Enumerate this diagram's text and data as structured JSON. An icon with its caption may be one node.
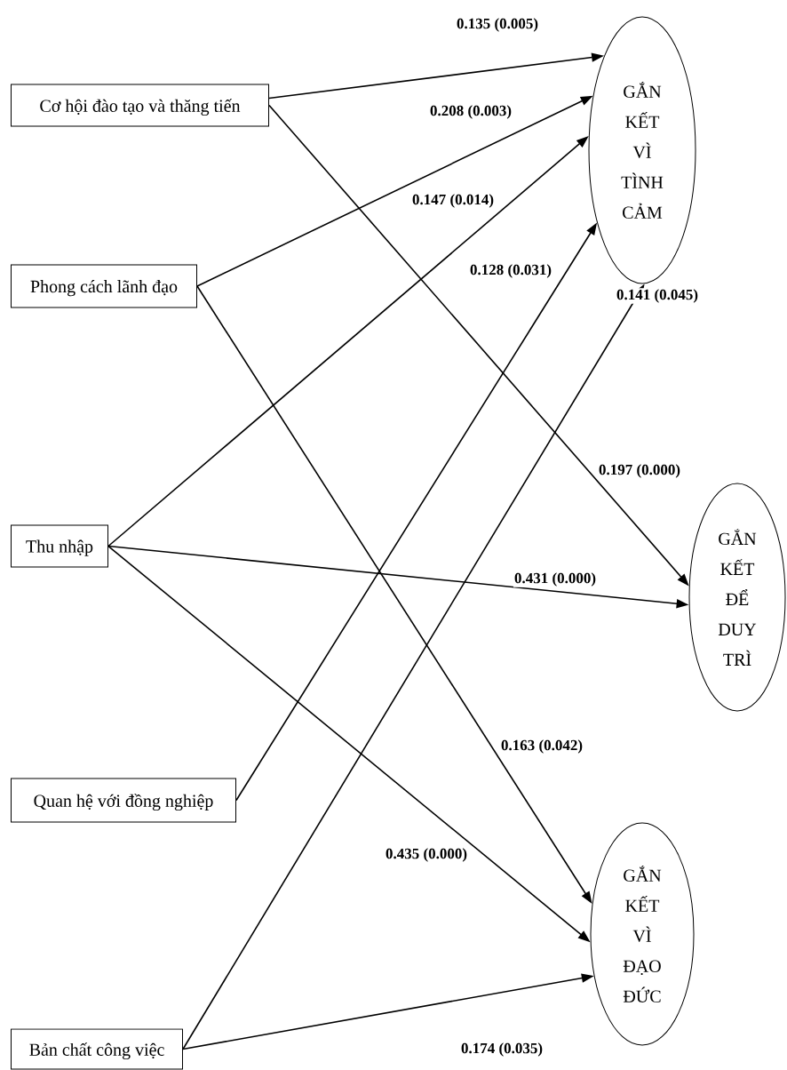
{
  "diagram": {
    "nodes": [
      {
        "text": [
          "Cơ hội đào tạo và thăng tiến"
        ]
      },
      {
        "text": [
          "Phong cách lãnh đạo"
        ]
      },
      {
        "text": [
          "Thu nhập"
        ]
      },
      {
        "text": [
          "Quan hệ với đồng nghiệp"
        ]
      },
      {
        "text": [
          "Bản chất công việc"
        ]
      },
      {
        "text": [
          "GẮN KẾT VÌ TÌNH CẢM"
        ]
      },
      {
        "text": [
          "GẮN KẾT ĐỂ DUY TRÌ"
        ]
      },
      {
        "text": [
          "GẮN KẾT VÌ ĐẠO ĐỨC"
        ]
      }
    ],
    "edges": [
      {
        "from": 0,
        "to": 5,
        "arrow": "to",
        "label": "0.135 (0.005)"
      },
      {
        "from": 1,
        "to": 5,
        "arrow": "to",
        "label": "0.208 (0.003)"
      },
      {
        "from": 2,
        "to": 5,
        "arrow": "to",
        "label": "0.147 (0.014)"
      },
      {
        "from": 3,
        "to": 5,
        "arrow": "to",
        "label": "0.128 (0.031)"
      },
      {
        "from": 4,
        "to": 5,
        "arrow": "to",
        "label": "0.141 (0.045)"
      },
      {
        "from": 0,
        "to": 6,
        "arrow": "to",
        "label": "0.197 (0.000)"
      },
      {
        "from": 2,
        "to": 6,
        "arrow": "to",
        "label": "0.431 (0.000)"
      },
      {
        "from": 1,
        "to": 7,
        "arrow": "to",
        "label": "0.163 (0.042)"
      },
      {
        "from": 2,
        "to": 7,
        "arrow": "to",
        "label": "0.435 (0.000)"
      },
      {
        "from": 4,
        "to": 7,
        "arrow": "to",
        "label": "0.174 (0.035)"
      }
    ]
  }
}
